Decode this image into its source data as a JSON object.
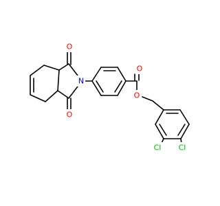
{
  "molecule": {
    "atoms": {
      "N": {
        "text": "N",
        "color": "#0000ff"
      },
      "O1": {
        "text": "O",
        "color": "#ff0000"
      },
      "O2": {
        "text": "O",
        "color": "#ff0000"
      },
      "O3": {
        "text": "O",
        "color": "#ff0000"
      },
      "O4": {
        "text": "O",
        "color": "#ff0000"
      },
      "Cl1": {
        "text": "Cl",
        "color": "#00b300"
      },
      "Cl2": {
        "text": "Cl",
        "color": "#00b300"
      }
    }
  }
}
